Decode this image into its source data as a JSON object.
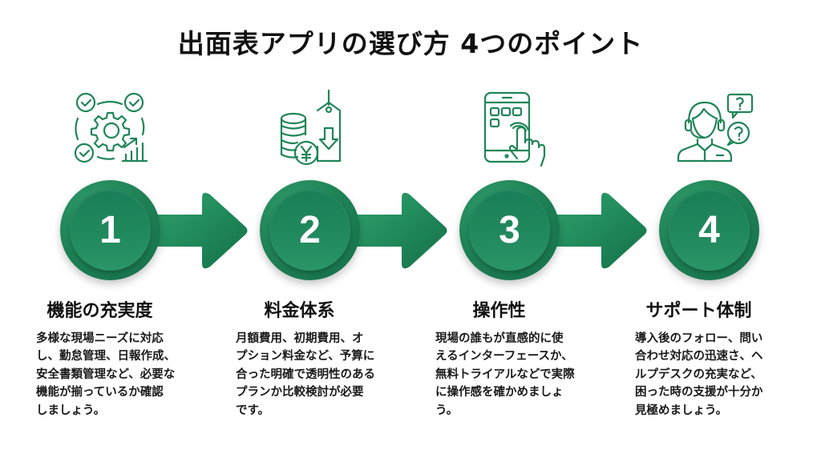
{
  "title": "出面表アプリの選び方 4つのポイント",
  "colors": {
    "accent": "#1d7f55",
    "accent_light": "#2f9c6a",
    "icon_stroke": "#1f8558",
    "text": "#111111"
  },
  "points": [
    {
      "number": "1",
      "icon": "gear-checklist-chart-icon",
      "heading": "機能の充実度",
      "body": "多様な現場ニーズに対応\nし、勤怠管理、日報作成、\n安全書類管理など、必要な\n機能が揃っているか確認\nしましょう。"
    },
    {
      "number": "2",
      "icon": "coins-yen-price-tag-icon",
      "heading": "料金体系",
      "body": "月額費用、初期費用、オ\nプション料金など、予算に\n合った明確で透明性のある\nプランか比較検討が必要\nです。"
    },
    {
      "number": "3",
      "icon": "tablet-touch-hand-icon",
      "heading": "操作性",
      "body": "現場の誰もが直感的に使\nえるインターフェースか、\n無料トライアルなどで実際\nに操作感を確かめましょ\nう。"
    },
    {
      "number": "4",
      "icon": "support-operator-headset-icon",
      "heading": "サポート体制",
      "body": "導入後のフォロー、問い\n合わせ対応の迅速さ、ヘ\nルプデスクの充実など、\n困った時の支援が十分か\n見極めましょう。"
    }
  ]
}
